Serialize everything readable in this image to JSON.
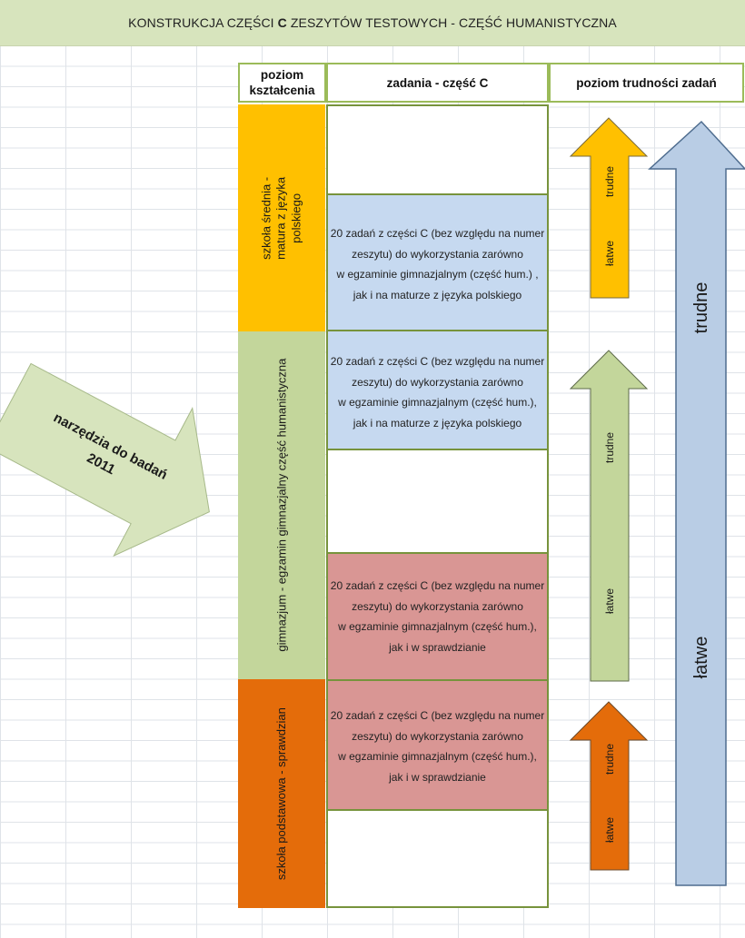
{
  "title": {
    "part1": "KONSTRUKCJA CZĘŚCI",
    "part2": "C",
    "part3": "ZESZYTÓW TESTOWYCH - CZĘŚĆ HUMANISTYCZNA"
  },
  "headers": {
    "level": "poziom kształcenia",
    "tasks": "zadania - część C",
    "difficulty": "poziom trudności zadań"
  },
  "levels": [
    {
      "label": "szkoła średnia - matura z języka polskiego",
      "color": "#ffc000"
    },
    {
      "label": "gimnazjum - egzamin gimnazjalny część humanistyczna",
      "color": "#c3d69b"
    },
    {
      "label": "szkoła podstawowa - sprawdzian",
      "color": "#e46c0a"
    }
  ],
  "tasks": [
    {
      "line1": "20 zadań z części C (bez względu na numer",
      "line2": "zeszytu) do wykorzystania zarówno",
      "line3": "w egzaminie gimnazjalnym (część hum.) ,",
      "line4": "jak i na maturze z języka polskiego",
      "color": "#c6d9f0"
    },
    {
      "line1": "20 zadań z części C (bez względu na numer",
      "line2": "zeszytu) do wykorzystania zarówno",
      "line3": "w egzaminie gimnazjalnym (część hum.),",
      "line4": "jak i na maturze z języka polskiego",
      "color": "#c6d9f0"
    },
    {
      "line1": "20 zadań z części C (bez względu na numer",
      "line2": "zeszytu) do wykorzystania zarówno",
      "line3": "w egzaminie gimnazjalnym (część hum.),",
      "line4": "jak i w sprawdzianie",
      "color": "#d99694"
    },
    {
      "line1": "20 zadań z części C (bez względu na numer",
      "line2": "zeszytu) do wykorzystania zarówno",
      "line3": "w egzaminie gimnazjalnym (część hum.),",
      "line4": "jak i w sprawdzianie",
      "color": "#d99694"
    }
  ],
  "difficulty_arrows": [
    {
      "top_label": "trudne",
      "bottom_label": "łatwe",
      "color": "#ffc000"
    },
    {
      "top_label": "trudne",
      "bottom_label": "łatwe",
      "color": "#c3d69b"
    },
    {
      "top_label": "trudne",
      "bottom_label": "łatwe",
      "color": "#e46c0a"
    }
  ],
  "overall_arrow": {
    "top_label": "trudne",
    "bottom_label": "łatwe",
    "color": "#b9cde5"
  },
  "tools_arrow": {
    "line1": "narzędzia do badań",
    "line2": "2011",
    "color": "#d7e4bd"
  }
}
